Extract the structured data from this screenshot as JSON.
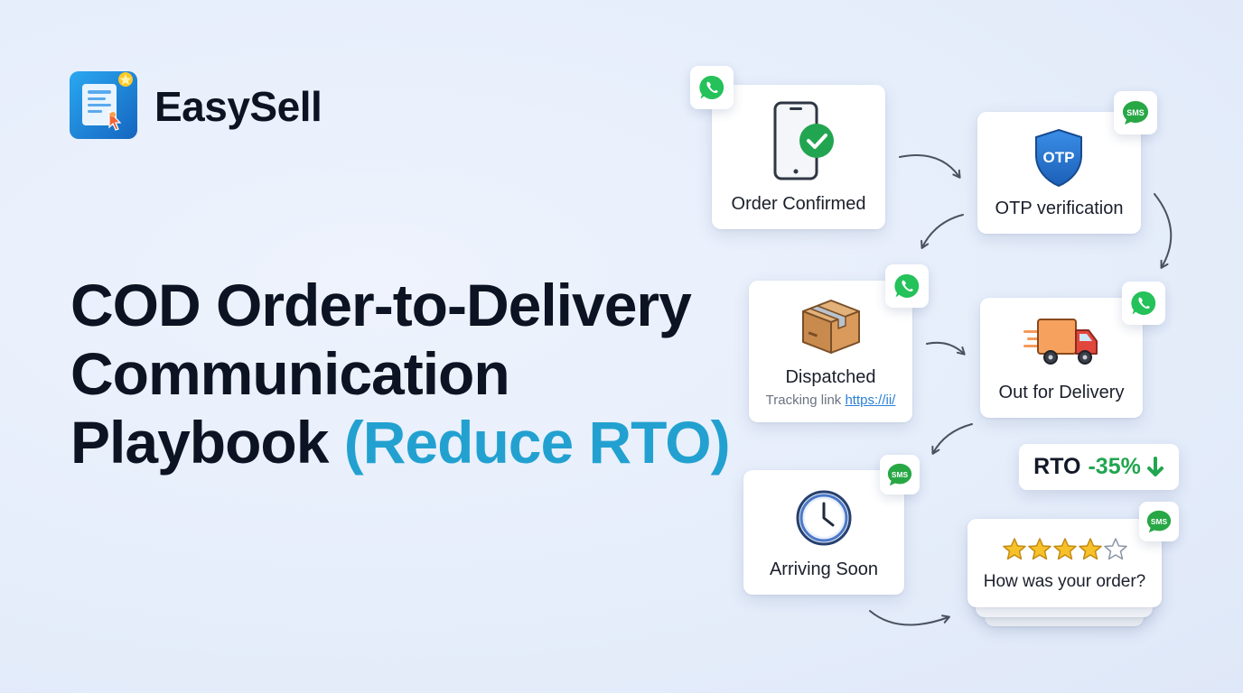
{
  "brand": {
    "name": "EasySell",
    "logo_icon": "form-document-icon",
    "accent": "#1e88e5"
  },
  "headline": {
    "line1": "COD Order-to-Delivery",
    "line2": "Communication",
    "line3_main": "Playbook",
    "line3_accent": "(Reduce RTO)",
    "accent_color": "#22a1d0"
  },
  "steps": {
    "order_confirmed": {
      "title": "Order Confirmed",
      "icon": "smartphone-check-icon",
      "channel": "whatsapp"
    },
    "otp_verification": {
      "title": "OTP verification",
      "icon": "otp-shield-icon",
      "icon_text": "OTP",
      "channel": "sms"
    },
    "dispatched": {
      "title": "Dispatched",
      "subtitle": "Tracking link",
      "link_text": "https://ii/",
      "icon": "package-box-icon",
      "channel": "whatsapp"
    },
    "out_for_delivery": {
      "title": "Out for Delivery",
      "icon": "delivery-truck-icon",
      "channel": "whatsapp"
    },
    "arriving_soon": {
      "title": "Arriving Soon",
      "icon": "clock-icon",
      "channel": "sms"
    },
    "feedback": {
      "title": "How was your order?",
      "icon": "rating-stars-icon",
      "rating": 4,
      "rating_max": 5,
      "channel": "sms"
    }
  },
  "channels": {
    "whatsapp_color": "#25c15a",
    "sms_color": "#28a745",
    "sms_text": "SMS"
  },
  "rto": {
    "label": "RTO",
    "value": "-35%",
    "icon": "arrow-down-icon",
    "color": "#22a550"
  }
}
